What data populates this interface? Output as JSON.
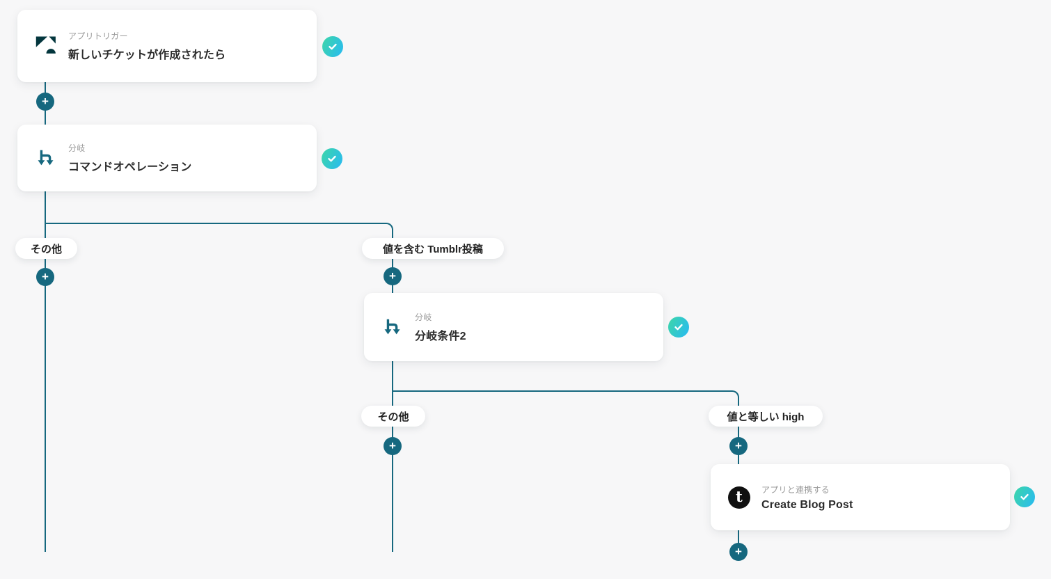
{
  "app": {
    "name": "workflow-builder-canvas"
  },
  "colors": {
    "background": "#f7f7f8",
    "connector": "#16687F",
    "plus_button": "#16687F",
    "check_gradient_start": "#3CD5AB",
    "check_gradient_end": "#29BBEF",
    "card_background": "#ffffff",
    "node_label_text": "#9a9a9a",
    "node_title_text": "#2b2b2b",
    "zendesk_brand": "#03363d",
    "tumblr_brand": "#101010"
  },
  "nodes": [
    {
      "type": "trigger",
      "icon": "zendesk-icon",
      "label": "アプリトリガー",
      "title": "新しいチケットが作成されたら",
      "status": "done"
    },
    {
      "type": "branch",
      "icon": "branch-icon",
      "label": "分岐",
      "title": "コマンドオペレーション",
      "status": "done"
    },
    {
      "type": "branch",
      "icon": "branch-icon",
      "label": "分岐",
      "title": "分岐条件2",
      "status": "done"
    },
    {
      "type": "action",
      "icon": "tumblr-icon",
      "label": "アプリと連携する",
      "title": "Create Blog Post",
      "status": "done"
    }
  ],
  "branch_labels": {
    "branch1_left": "その他",
    "branch1_right": "値を含む Tumblr投稿",
    "branch2_left": "その他",
    "branch2_right": "値と等しい high"
  },
  "glyphs": {
    "plus": "+",
    "tumblr_t": "t"
  }
}
